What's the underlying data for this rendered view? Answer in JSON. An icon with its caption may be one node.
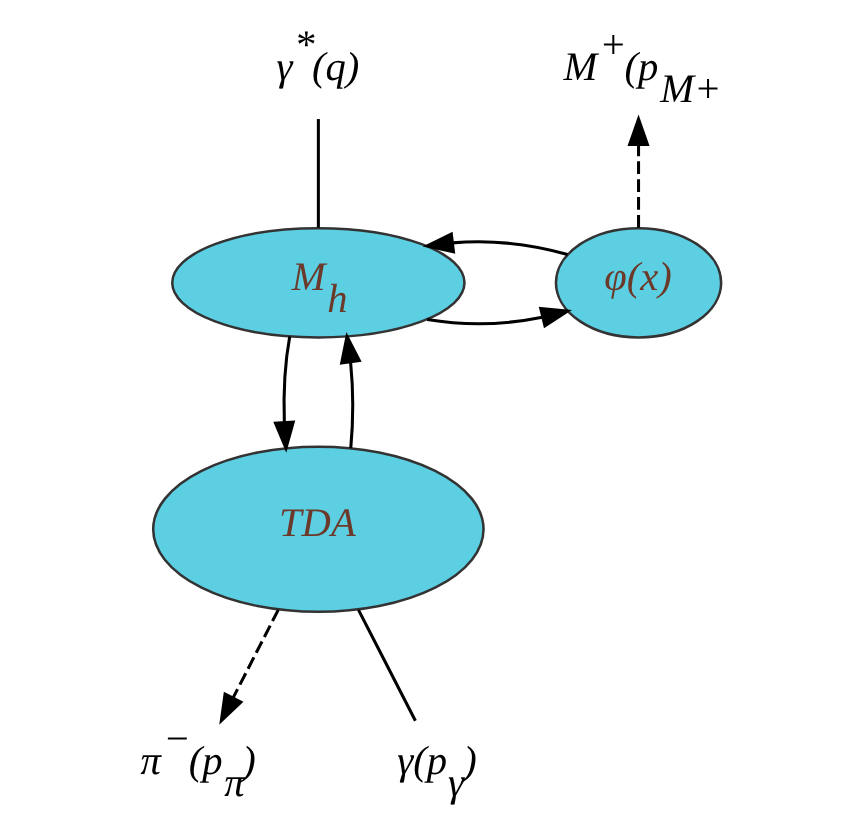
{
  "diagram": {
    "nodes": [
      {
        "text": [
          "γ$^{*}$(q)"
        ]
      },
      {
        "text": [
          "M$^{+}$(p$_{M+}$"
        ]
      },
      {
        "text": [
          "φ(x)"
        ]
      },
      {
        "text": [
          "M$_{h}$"
        ]
      },
      {
        "text": [
          "TDA"
        ]
      },
      {
        "text": [
          "γ(p$_{γ}$)"
        ]
      },
      {
        "text": [
          "π$^{−}$(p$_{π}$)"
        ]
      }
    ],
    "edges": [
      {
        "from": 0,
        "to": 3,
        "arrow": "none"
      },
      {
        "from": 3,
        "to": 2,
        "arrow": "to"
      },
      {
        "from": 2,
        "to": 3,
        "arrow": "to"
      },
      {
        "from": 2,
        "to": 1,
        "arrow": "to",
        "style": "dashed"
      },
      {
        "from": 4,
        "to": 3,
        "arrow": "to"
      },
      {
        "from": 3,
        "to": 4,
        "arrow": "to"
      },
      {
        "from": 5,
        "to": 4,
        "arrow": "none"
      },
      {
        "from": 4,
        "to": 6,
        "arrow": "to",
        "style": "dashed"
      }
    ]
  }
}
